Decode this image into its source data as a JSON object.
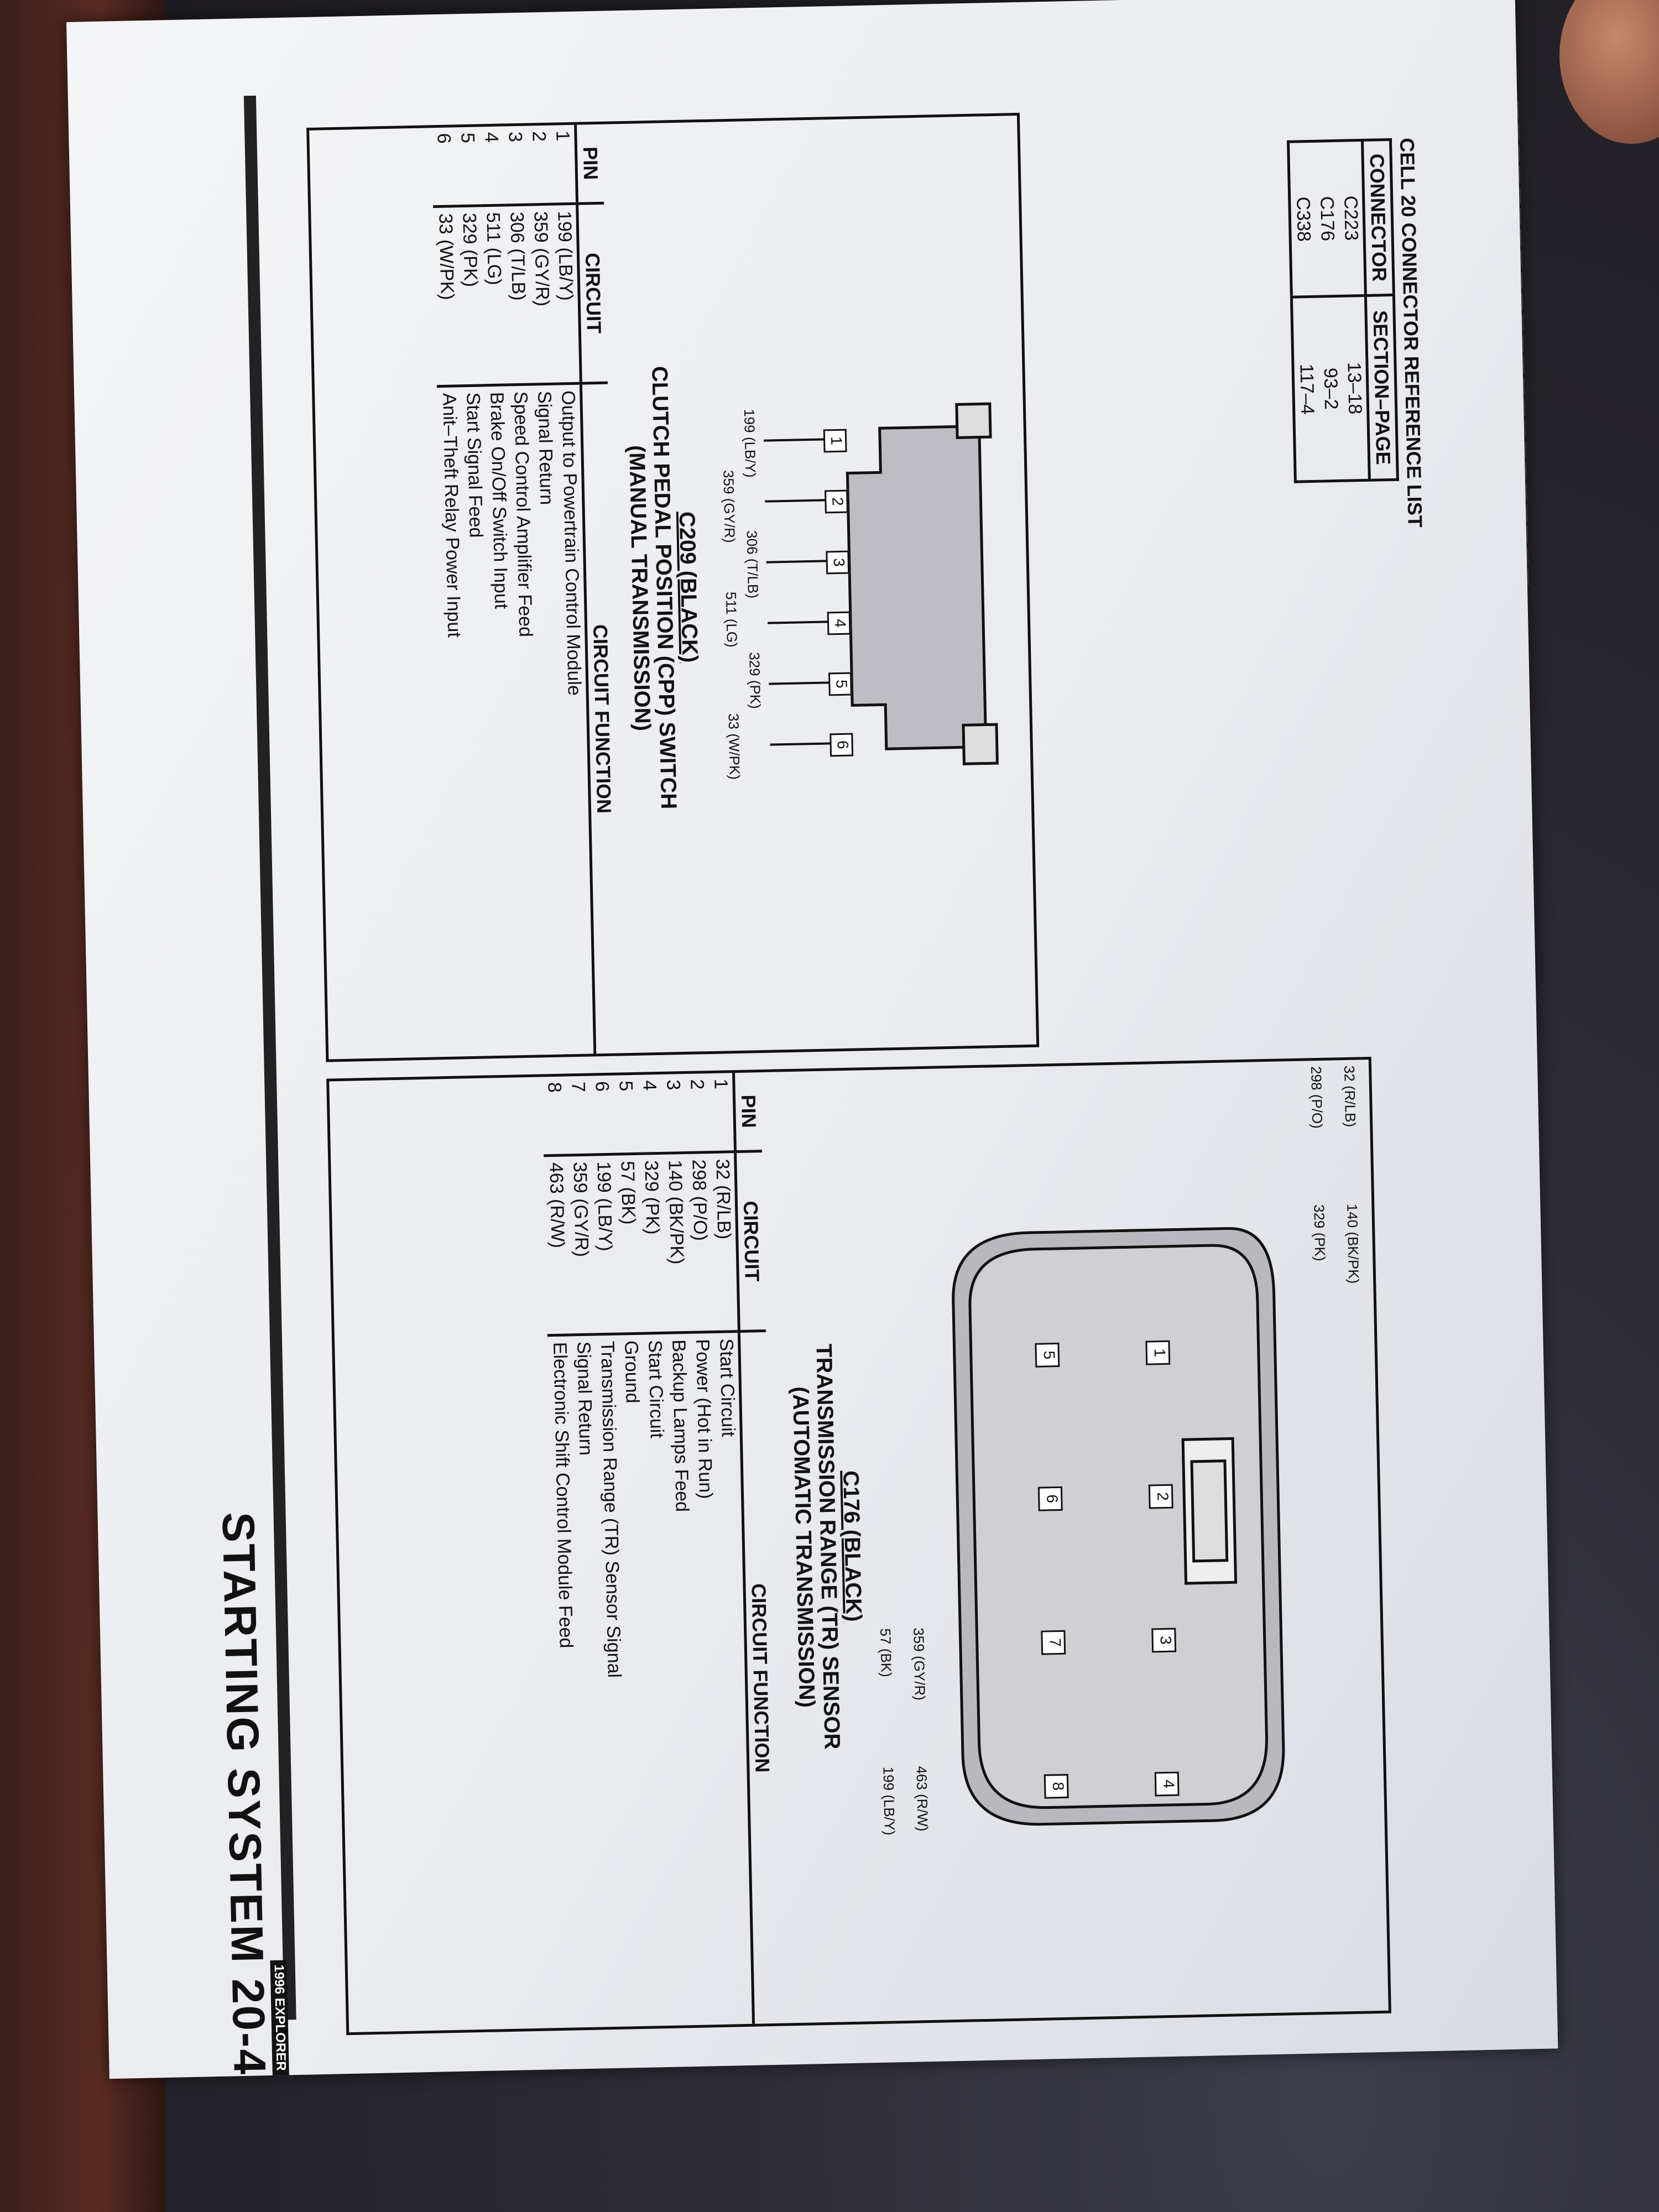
{
  "header": {
    "title": "STARTING SYSTEM  20-4",
    "badge": "1996 EXPLORER"
  },
  "c176": {
    "title_id": "C176 (BLACK)",
    "title_l2": "TRANSMISSION RANGE (TR) SENSOR",
    "title_l3": "(AUTOMATIC TRANSMISSION)",
    "wires": [
      "32 (R/LB)",
      "140 (BK/PK)",
      "298 (P/O)",
      "329 (PK)",
      "57 (BK)",
      "199 (LB/Y)",
      "359 (GY/R)",
      "463 (R/W)"
    ],
    "pins": [
      "1",
      "2",
      "3",
      "4",
      "5",
      "6",
      "7",
      "8"
    ],
    "head_pin": "PIN",
    "head_circuit": "CIRCUIT",
    "head_function": "CIRCUIT FUNCTION",
    "rows": [
      {
        "pin": "1",
        "circuit": "32 (R/LB)",
        "function": "Start Circuit"
      },
      {
        "pin": "2",
        "circuit": "298 (P/O)",
        "function": "Power (Hot in Run)"
      },
      {
        "pin": "3",
        "circuit": "140 (BK/PK)",
        "function": "Backup Lamps Feed"
      },
      {
        "pin": "4",
        "circuit": "329 (PK)",
        "function": "Start Circuit"
      },
      {
        "pin": "5",
        "circuit": "57 (BK)",
        "function": "Ground"
      },
      {
        "pin": "6",
        "circuit": "199 (LB/Y)",
        "function": "Transmission Range (TR) Sensor Signal"
      },
      {
        "pin": "7",
        "circuit": "359 (GY/R)",
        "function": "Signal Return"
      },
      {
        "pin": "8",
        "circuit": "463 (R/W)",
        "function": "Electronic Shift Control Module Feed"
      }
    ]
  },
  "c209": {
    "title_id": "C209 (BLACK)",
    "title_l2": "CLUTCH PEDAL POSITION (CPP) SWITCH",
    "title_l3": "(MANUAL TRANSMISSION)",
    "wires": [
      "199 (LB/Y)",
      "359 (GY/R)",
      "306 (T/LB)",
      "511 (LG)",
      "329 (PK)",
      "33 (W/PK)"
    ],
    "pins": [
      "1",
      "2",
      "3",
      "4",
      "5",
      "6"
    ],
    "head_pin": "PIN",
    "head_circuit": "CIRCUIT",
    "head_function": "CIRCUIT FUNCTION",
    "rows": [
      {
        "pin": "1",
        "circuit": "199 (LB/Y)",
        "function": "Output to Powertrain Control Module"
      },
      {
        "pin": "2",
        "circuit": "359 (GY/R)",
        "function": "Signal Return"
      },
      {
        "pin": "3",
        "circuit": "306 (T/LB)",
        "function": "Speed Control Amplifier Feed"
      },
      {
        "pin": "4",
        "circuit": "511 (LG)",
        "function": "Brake On/Off Switch Input"
      },
      {
        "pin": "5",
        "circuit": "329 (PK)",
        "function": "Start Signal Feed"
      },
      {
        "pin": "6",
        "circuit": "33 (W/PK)",
        "function": "Anit–Theft Relay Power Input"
      }
    ]
  },
  "reflist": {
    "title": "CELL 20 CONNECTOR REFERENCE LIST",
    "head_connector": "CONNECTOR",
    "head_section": "SECTION–PAGE",
    "rows": [
      {
        "connector": "C223",
        "section": "13–18"
      },
      {
        "connector": "C176",
        "section": "93–2"
      },
      {
        "connector": "C338",
        "section": "117–4"
      }
    ]
  }
}
